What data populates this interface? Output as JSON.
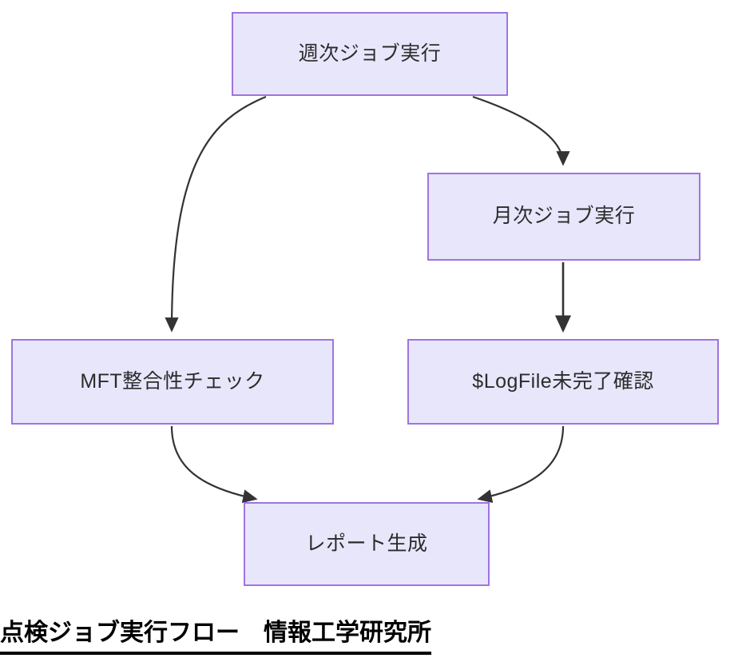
{
  "diagram": {
    "type": "flowchart",
    "direction": "top-down",
    "theme": {
      "node_fill": "#e8e6fb",
      "node_border": "#9f74e0",
      "node_text": "#2b2b2b",
      "edge_color": "#333333",
      "background": "#ffffff",
      "caption_color": "#000000"
    },
    "nodes": [
      {
        "id": "weekly",
        "label": "週次ジョブ実行"
      },
      {
        "id": "monthly",
        "label": "月次ジョブ実行"
      },
      {
        "id": "mft",
        "label": "MFT整合性チェック"
      },
      {
        "id": "logfile",
        "label": "$LogFile未完了確認"
      },
      {
        "id": "report",
        "label": "レポート生成"
      }
    ],
    "edges": [
      {
        "from": "weekly",
        "to": "mft",
        "style": "curved",
        "label": ""
      },
      {
        "from": "weekly",
        "to": "monthly",
        "style": "curved",
        "label": ""
      },
      {
        "from": "monthly",
        "to": "logfile",
        "style": "straight",
        "label": ""
      },
      {
        "from": "mft",
        "to": "report",
        "style": "curved",
        "label": ""
      },
      {
        "from": "logfile",
        "to": "report",
        "style": "curved",
        "label": ""
      }
    ]
  },
  "caption": {
    "text": "点検ジョブ実行フロー　情報工学研究所"
  }
}
